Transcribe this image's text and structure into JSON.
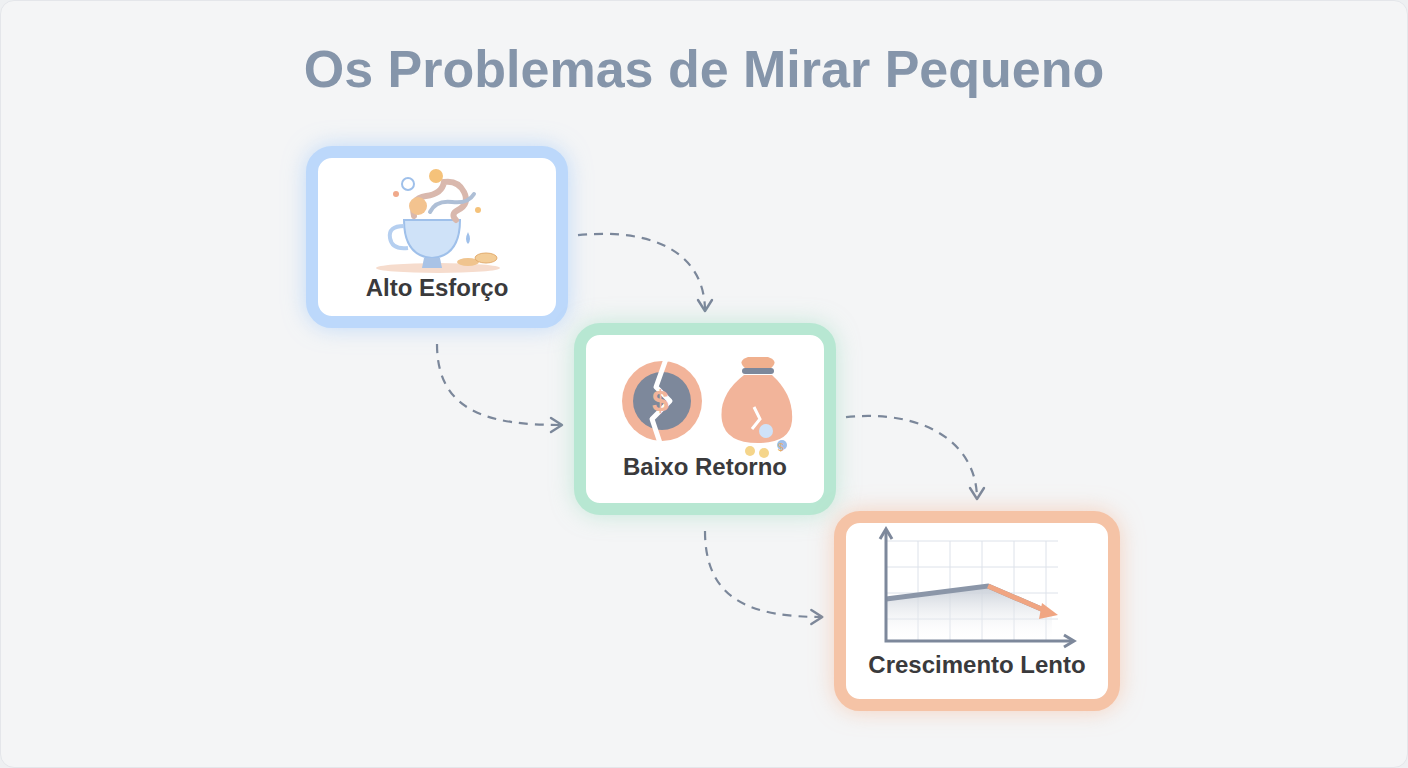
{
  "diagram": {
    "title": "Os Problemas de Mirar Pequeno",
    "nodes": [
      {
        "text": [
          "Alto Esforço"
        ]
      },
      {
        "text": [
          "Baixo Retorno"
        ]
      },
      {
        "text": [
          "Crescimento Lento"
        ]
      }
    ],
    "edges": [
      {
        "from": 0,
        "to": 1,
        "arrow": "to"
      },
      {
        "from": 0,
        "to": 1,
        "arrow": "to"
      },
      {
        "from": 1,
        "to": 2,
        "arrow": "to"
      },
      {
        "from": 1,
        "to": 2,
        "arrow": "to"
      }
    ]
  }
}
